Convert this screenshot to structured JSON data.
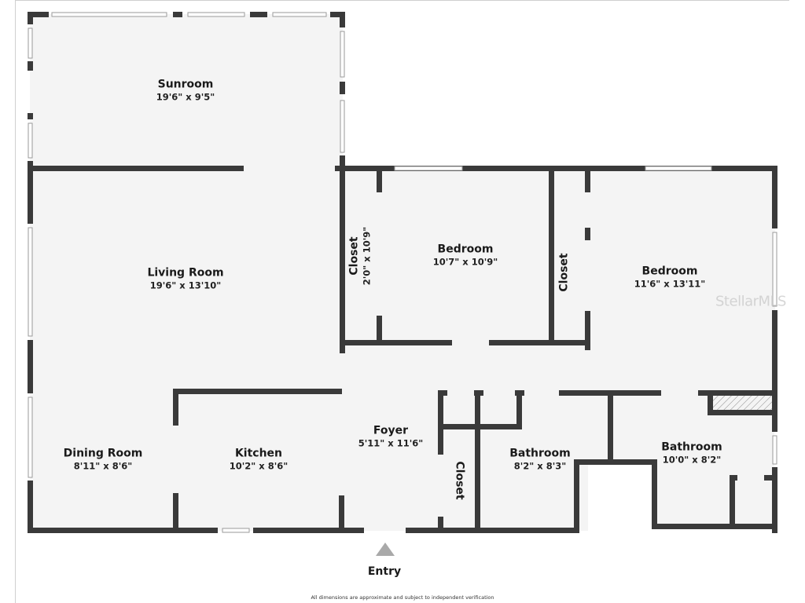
{
  "plan": {
    "colors": {
      "wall": "#3a3a3a",
      "floor": "#f4f4f4",
      "background": "#ffffff",
      "entry_arrow": "#a9a9a9",
      "watermark": "#c8c8c8"
    },
    "rooms": [
      {
        "name": "Sunroom",
        "dims": "19'6\" x 9'5\""
      },
      {
        "name": "Living Room",
        "dims": "19'6\" x 13'10\""
      },
      {
        "name": "Closet",
        "dims": "2'0\" x 10'9\""
      },
      {
        "name": "Bedroom",
        "dims": "10'7\" x 10'9\""
      },
      {
        "name": "Closet",
        "dims": ""
      },
      {
        "name": "Bedroom",
        "dims": "11'6\" x 13'11\""
      },
      {
        "name": "Dining Room",
        "dims": "8'11\" x 8'6\""
      },
      {
        "name": "Kitchen",
        "dims": "10'2\" x 8'6\""
      },
      {
        "name": "Foyer",
        "dims": "5'11\" x 11'6\""
      },
      {
        "name": "Closet",
        "dims": ""
      },
      {
        "name": "Bathroom",
        "dims": "8'2\" x 8'3\""
      },
      {
        "name": "Bathroom",
        "dims": "10'0\" x 8'2\""
      }
    ],
    "entry_label": "Entry",
    "disclaimer": "All dimensions are approximate and subject to independent verification",
    "watermark": "StellarMLS"
  }
}
